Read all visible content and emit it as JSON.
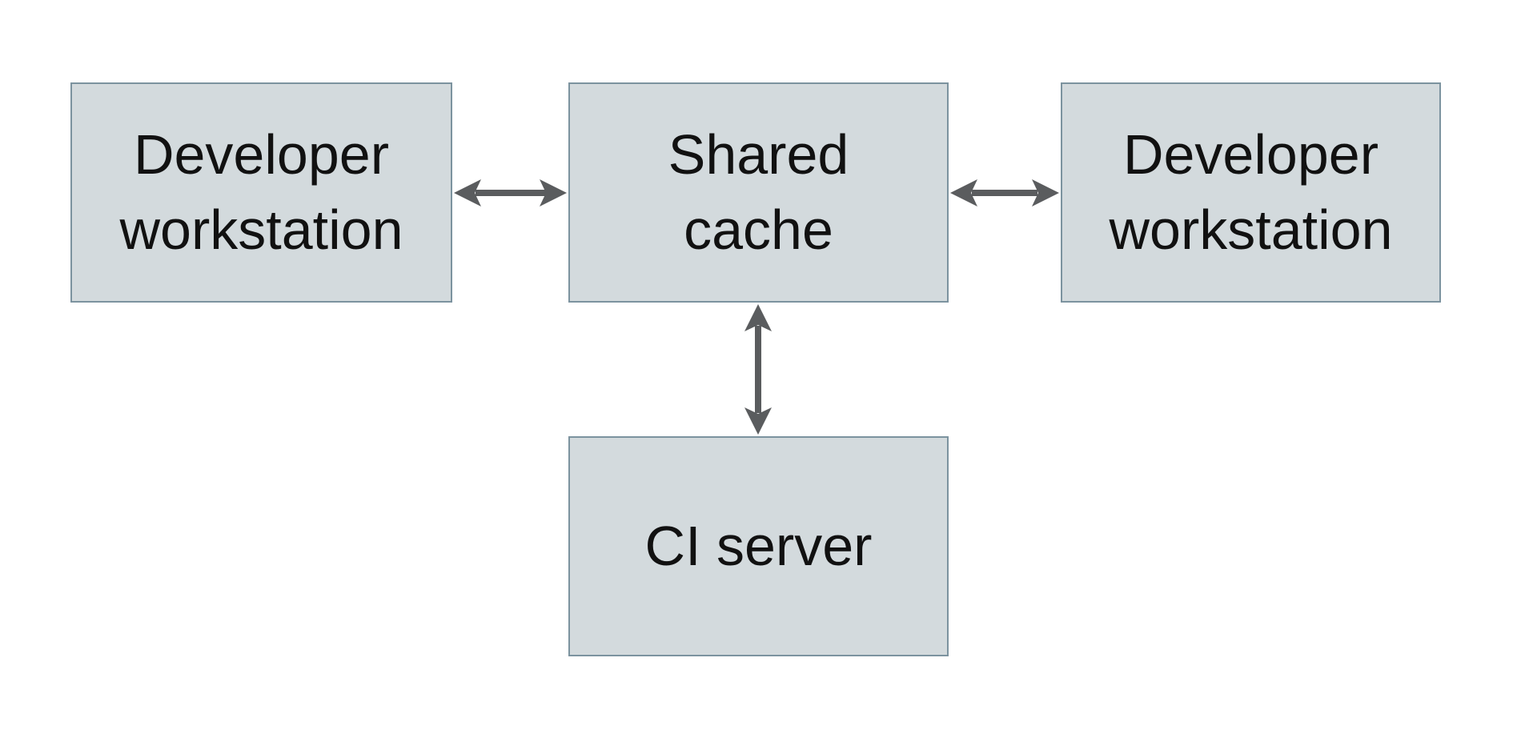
{
  "diagram": {
    "background_color": "#ffffff",
    "node_fill_color": "#d3dadd",
    "node_border_color": "#7c939f",
    "arrow_color": "#5a5c5e",
    "text_color": "#111111",
    "nodes": [
      {
        "id": "developer-workstation-left",
        "label": "Developer\nworkstation"
      },
      {
        "id": "shared-cache",
        "label": "Shared\ncache"
      },
      {
        "id": "developer-workstation-right",
        "label": "Developer\nworkstation"
      },
      {
        "id": "ci-server",
        "label": "CI server"
      }
    ],
    "edges": [
      {
        "from": "developer-workstation-left",
        "to": "shared-cache",
        "direction": "bidirectional"
      },
      {
        "from": "shared-cache",
        "to": "developer-workstation-right",
        "direction": "bidirectional"
      },
      {
        "from": "shared-cache",
        "to": "ci-server",
        "direction": "bidirectional"
      }
    ]
  }
}
